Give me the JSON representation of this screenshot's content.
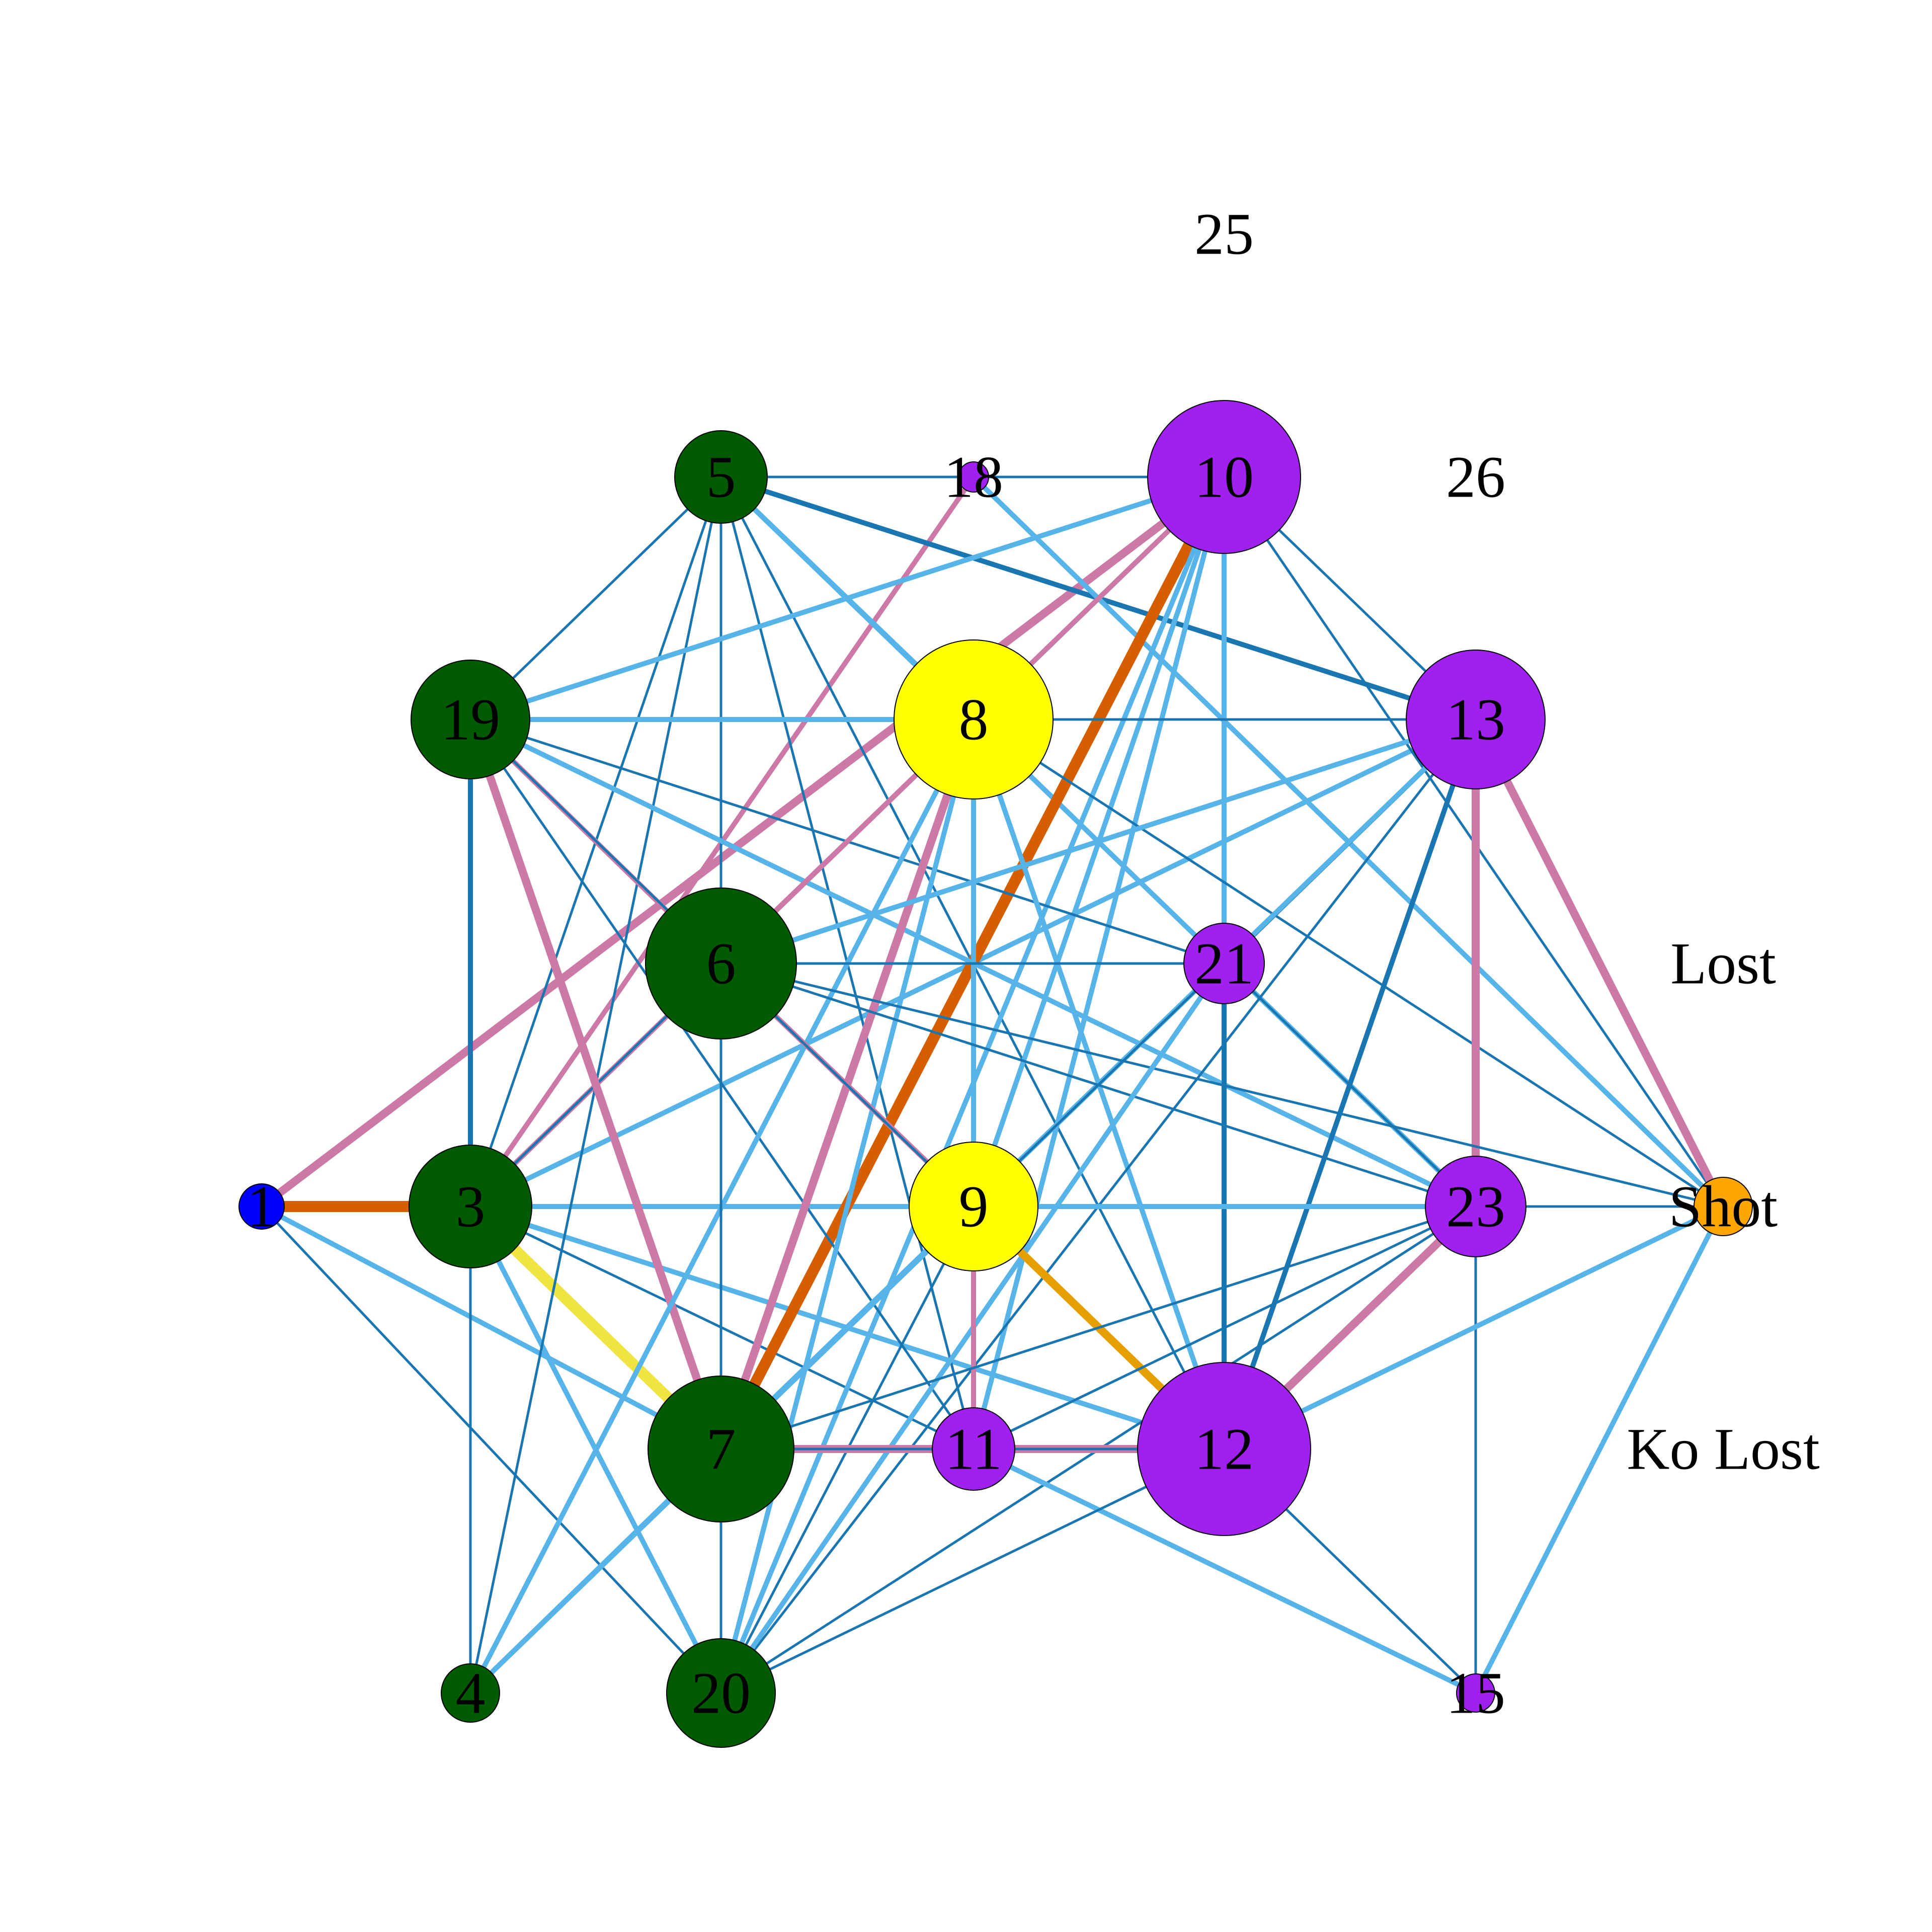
{
  "colors": {
    "background": "#ffffff",
    "edge_default": "#1a76b0",
    "edge_light": "#56b4e9",
    "edge_pink": "#cc79a7",
    "edge_orange": "#d55e00",
    "edge_gold": "#e69f00",
    "edge_yellow": "#f0e442",
    "node_green": "#005a00",
    "node_purple": "#a020f0",
    "node_yellow": "#ffff00",
    "node_blue": "#0000ff",
    "node_orange": "#ffa500"
  },
  "nodes": [
    {
      "id": "1",
      "label": "1",
      "color": "blue",
      "size": 1
    },
    {
      "id": "3",
      "label": "3",
      "color": "green",
      "size": 3
    },
    {
      "id": "4",
      "label": "4",
      "color": "green",
      "size": 1
    },
    {
      "id": "5",
      "label": "5",
      "color": "green",
      "size": 2
    },
    {
      "id": "6",
      "label": "6",
      "color": "green",
      "size": 4
    },
    {
      "id": "7",
      "label": "7",
      "color": "green",
      "size": 4
    },
    {
      "id": "8",
      "label": "8",
      "color": "yellow",
      "size": 4
    },
    {
      "id": "9",
      "label": "9",
      "color": "yellow",
      "size": 3
    },
    {
      "id": "10",
      "label": "10",
      "color": "purple",
      "size": 4
    },
    {
      "id": "11",
      "label": "11",
      "color": "purple",
      "size": 2
    },
    {
      "id": "12",
      "label": "12",
      "color": "purple",
      "size": 5
    },
    {
      "id": "13",
      "label": "13",
      "color": "purple",
      "size": 3
    },
    {
      "id": "15",
      "label": "15",
      "color": "purple",
      "size": 1
    },
    {
      "id": "18",
      "label": "18",
      "color": "purple",
      "size": 1
    },
    {
      "id": "19",
      "label": "19",
      "color": "green",
      "size": 3
    },
    {
      "id": "20",
      "label": "20",
      "color": "green",
      "size": 3
    },
    {
      "id": "21",
      "label": "21",
      "color": "purple",
      "size": 2
    },
    {
      "id": "23",
      "label": "23",
      "color": "purple",
      "size": 3
    },
    {
      "id": "25",
      "label": "25",
      "color": "none",
      "size": 0
    },
    {
      "id": "26",
      "label": "26",
      "color": "none",
      "size": 0
    },
    {
      "id": "Lost",
      "label": "Lost",
      "color": "none",
      "size": 0
    },
    {
      "id": "Shot",
      "label": "Shot",
      "color": "orange",
      "size": 1
    },
    {
      "id": "KoLost",
      "label": "Ko Lost",
      "color": "none",
      "size": 0
    }
  ],
  "edges": [
    {
      "s": "1",
      "t": "3",
      "c": "orange",
      "w": 5
    },
    {
      "s": "1",
      "t": "10",
      "c": "pink",
      "w": 4
    },
    {
      "s": "1",
      "t": "7",
      "c": "light",
      "w": 3
    },
    {
      "s": "1",
      "t": "20",
      "c": "default",
      "w": 2
    },
    {
      "s": "3",
      "t": "7",
      "c": "yellow",
      "w": 5
    },
    {
      "s": "3",
      "t": "19",
      "c": "default",
      "w": 3
    },
    {
      "s": "3",
      "t": "4",
      "c": "default",
      "w": 2
    },
    {
      "s": "3",
      "t": "9",
      "c": "light",
      "w": 3
    },
    {
      "s": "3",
      "t": "12",
      "c": "light",
      "w": 3
    },
    {
      "s": "3",
      "t": "18",
      "c": "pink",
      "w": 3
    },
    {
      "s": "3",
      "t": "8",
      "c": "pink",
      "w": 3
    },
    {
      "s": "3",
      "t": "13",
      "c": "light",
      "w": 3
    },
    {
      "s": "3",
      "t": "20",
      "c": "light",
      "w": 3
    },
    {
      "s": "3",
      "t": "5",
      "c": "default",
      "w": 2
    },
    {
      "s": "3",
      "t": "11",
      "c": "default",
      "w": 2
    },
    {
      "s": "3",
      "t": "6",
      "c": "default",
      "w": 2
    },
    {
      "s": "5",
      "t": "18",
      "c": "default",
      "w": 2
    },
    {
      "s": "5",
      "t": "19",
      "c": "default",
      "w": 2
    },
    {
      "s": "5",
      "t": "7",
      "c": "default",
      "w": 2
    },
    {
      "s": "5",
      "t": "8",
      "c": "light",
      "w": 3
    },
    {
      "s": "5",
      "t": "12",
      "c": "default",
      "w": 2
    },
    {
      "s": "5",
      "t": "13",
      "c": "default",
      "w": 3
    },
    {
      "s": "5",
      "t": "11",
      "c": "default",
      "w": 2
    },
    {
      "s": "5",
      "t": "4",
      "c": "default",
      "w": 2
    },
    {
      "s": "5",
      "t": "23",
      "c": "light",
      "w": 3
    },
    {
      "s": "5",
      "t": "20",
      "c": "default",
      "w": 2
    },
    {
      "s": "18",
      "t": "10",
      "c": "default",
      "w": 2
    },
    {
      "s": "18",
      "t": "Shot",
      "c": "light",
      "w": 3
    },
    {
      "s": "10",
      "t": "19",
      "c": "light",
      "w": 3
    },
    {
      "s": "10",
      "t": "7",
      "c": "orange",
      "w": 5
    },
    {
      "s": "10",
      "t": "21",
      "c": "light",
      "w": 3
    },
    {
      "s": "10",
      "t": "13",
      "c": "default",
      "w": 2
    },
    {
      "s": "10",
      "t": "20",
      "c": "light",
      "w": 3
    },
    {
      "s": "10",
      "t": "11",
      "c": "light",
      "w": 3
    },
    {
      "s": "10",
      "t": "Shot",
      "c": "default",
      "w": 2
    },
    {
      "s": "10",
      "t": "8",
      "c": "light",
      "w": 3
    },
    {
      "s": "10",
      "t": "9",
      "c": "light",
      "w": 3
    },
    {
      "s": "19",
      "t": "8",
      "c": "light",
      "w": 3
    },
    {
      "s": "19",
      "t": "7",
      "c": "pink",
      "w": 4
    },
    {
      "s": "19",
      "t": "6",
      "c": "pink",
      "w": 3
    },
    {
      "s": "19",
      "t": "23",
      "c": "light",
      "w": 3
    },
    {
      "s": "19",
      "t": "21",
      "c": "default",
      "w": 2
    },
    {
      "s": "19",
      "t": "12",
      "c": "default",
      "w": 2
    },
    {
      "s": "19",
      "t": "11",
      "c": "default",
      "w": 2
    },
    {
      "s": "8",
      "t": "13",
      "c": "default",
      "w": 2
    },
    {
      "s": "8",
      "t": "7",
      "c": "pink",
      "w": 4
    },
    {
      "s": "8",
      "t": "9",
      "c": "pink",
      "w": 3
    },
    {
      "s": "8",
      "t": "12",
      "c": "light",
      "w": 3
    },
    {
      "s": "8",
      "t": "20",
      "c": "light",
      "w": 3
    },
    {
      "s": "8",
      "t": "4",
      "c": "light",
      "w": 3
    },
    {
      "s": "8",
      "t": "Shot",
      "c": "default",
      "w": 2
    },
    {
      "s": "8",
      "t": "11",
      "c": "light",
      "w": 3
    },
    {
      "s": "13",
      "t": "23",
      "c": "pink",
      "w": 4
    },
    {
      "s": "13",
      "t": "Shot",
      "c": "pink",
      "w": 4
    },
    {
      "s": "13",
      "t": "12",
      "c": "default",
      "w": 3
    },
    {
      "s": "13",
      "t": "21",
      "c": "default",
      "w": 3
    },
    {
      "s": "13",
      "t": "6",
      "c": "light",
      "w": 3
    },
    {
      "s": "13",
      "t": "20",
      "c": "default",
      "w": 2
    },
    {
      "s": "13",
      "t": "9",
      "c": "default",
      "w": 2
    },
    {
      "s": "13",
      "t": "7",
      "c": "light",
      "w": 3
    },
    {
      "s": "6",
      "t": "21",
      "c": "default",
      "w": 2
    },
    {
      "s": "6",
      "t": "7",
      "c": "default",
      "w": 2
    },
    {
      "s": "6",
      "t": "9",
      "c": "pink",
      "w": 3
    },
    {
      "s": "6",
      "t": "23",
      "c": "default",
      "w": 2
    },
    {
      "s": "6",
      "t": "Shot",
      "c": "default",
      "w": 2
    },
    {
      "s": "6",
      "t": "12",
      "c": "default",
      "w": 2
    },
    {
      "s": "6",
      "t": "20",
      "c": "default",
      "w": 2
    },
    {
      "s": "6",
      "t": "10",
      "c": "pink",
      "w": 3
    },
    {
      "s": "21",
      "t": "12",
      "c": "default",
      "w": 3
    },
    {
      "s": "21",
      "t": "20",
      "c": "light",
      "w": 3
    },
    {
      "s": "21",
      "t": "23",
      "c": "default",
      "w": 2
    },
    {
      "s": "21",
      "t": "7",
      "c": "default",
      "w": 2
    },
    {
      "s": "9",
      "t": "23",
      "c": "light",
      "w": 3
    },
    {
      "s": "9",
      "t": "12",
      "c": "gold",
      "w": 4
    },
    {
      "s": "9",
      "t": "11",
      "c": "pink",
      "w": 3
    },
    {
      "s": "9",
      "t": "20",
      "c": "default",
      "w": 2
    },
    {
      "s": "9",
      "t": "4",
      "c": "light",
      "w": 3
    },
    {
      "s": "23",
      "t": "Shot",
      "c": "default",
      "w": 2
    },
    {
      "s": "23",
      "t": "12",
      "c": "pink",
      "w": 4
    },
    {
      "s": "23",
      "t": "15",
      "c": "default",
      "w": 2
    },
    {
      "s": "23",
      "t": "7",
      "c": "default",
      "w": 2
    },
    {
      "s": "23",
      "t": "20",
      "c": "default",
      "w": 2
    },
    {
      "s": "23",
      "t": "11",
      "c": "default",
      "w": 2
    },
    {
      "s": "Shot",
      "t": "12",
      "c": "light",
      "w": 3
    },
    {
      "s": "Shot",
      "t": "15",
      "c": "light",
      "w": 3
    },
    {
      "s": "7",
      "t": "11",
      "c": "pink",
      "w": 4
    },
    {
      "s": "7",
      "t": "20",
      "c": "default",
      "w": 2
    },
    {
      "s": "7",
      "t": "4",
      "c": "light",
      "w": 3
    },
    {
      "s": "11",
      "t": "12",
      "c": "pink",
      "w": 4
    },
    {
      "s": "11",
      "t": "15",
      "c": "light",
      "w": 3
    },
    {
      "s": "12",
      "t": "15",
      "c": "default",
      "w": 2
    },
    {
      "s": "12",
      "t": "20",
      "c": "default",
      "w": 2
    },
    {
      "s": "12",
      "t": "7",
      "c": "default",
      "w": 2
    }
  ]
}
